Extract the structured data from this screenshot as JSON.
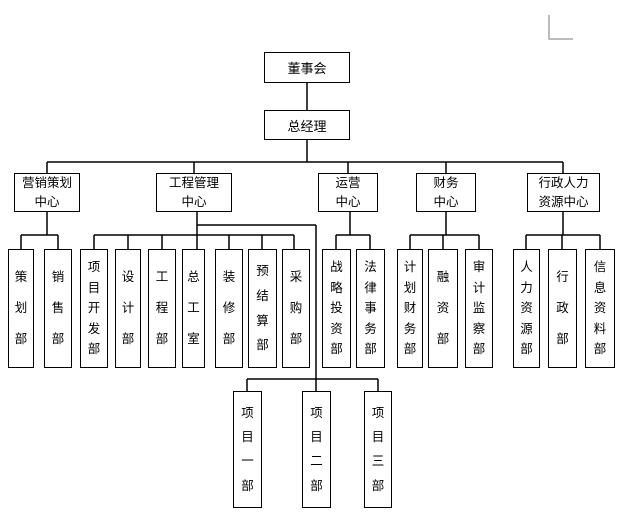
{
  "colors": {
    "line": "#000000",
    "box_border": "#000000",
    "box_background": "#ffffff",
    "page_background": "#ffffff",
    "corner_mark": "#a6a6a6"
  },
  "org_chart": {
    "board": {
      "label": "董事会"
    },
    "general_manager": {
      "label": "总经理"
    },
    "centers": [
      {
        "line1": "营销策划",
        "line2": "中心"
      },
      {
        "line1": "工程管理",
        "line2": "中心"
      },
      {
        "line1": "运营",
        "line2": "中心"
      },
      {
        "line1": "财务",
        "line2": "中心"
      },
      {
        "line1": "行政人力",
        "line2": "资源中心"
      }
    ],
    "departments": [
      {
        "label": "策划部"
      },
      {
        "label": "销售部"
      },
      {
        "label": "项目开发部"
      },
      {
        "label": "设计部"
      },
      {
        "label": "工程部"
      },
      {
        "label": "总工室"
      },
      {
        "label": "装修部"
      },
      {
        "label": "预结算部"
      },
      {
        "label": "采购部"
      },
      {
        "label": "战略投资部"
      },
      {
        "label": "法律事务部"
      },
      {
        "label": "计划财务部"
      },
      {
        "label": "融资部"
      },
      {
        "label": "审计监察部"
      },
      {
        "label": "人力资源部"
      },
      {
        "label": "行政部"
      },
      {
        "label": "信息资料部"
      }
    ],
    "projects": [
      {
        "label": "项目一部"
      },
      {
        "label": "项目二部"
      },
      {
        "label": "项目三部"
      }
    ]
  }
}
